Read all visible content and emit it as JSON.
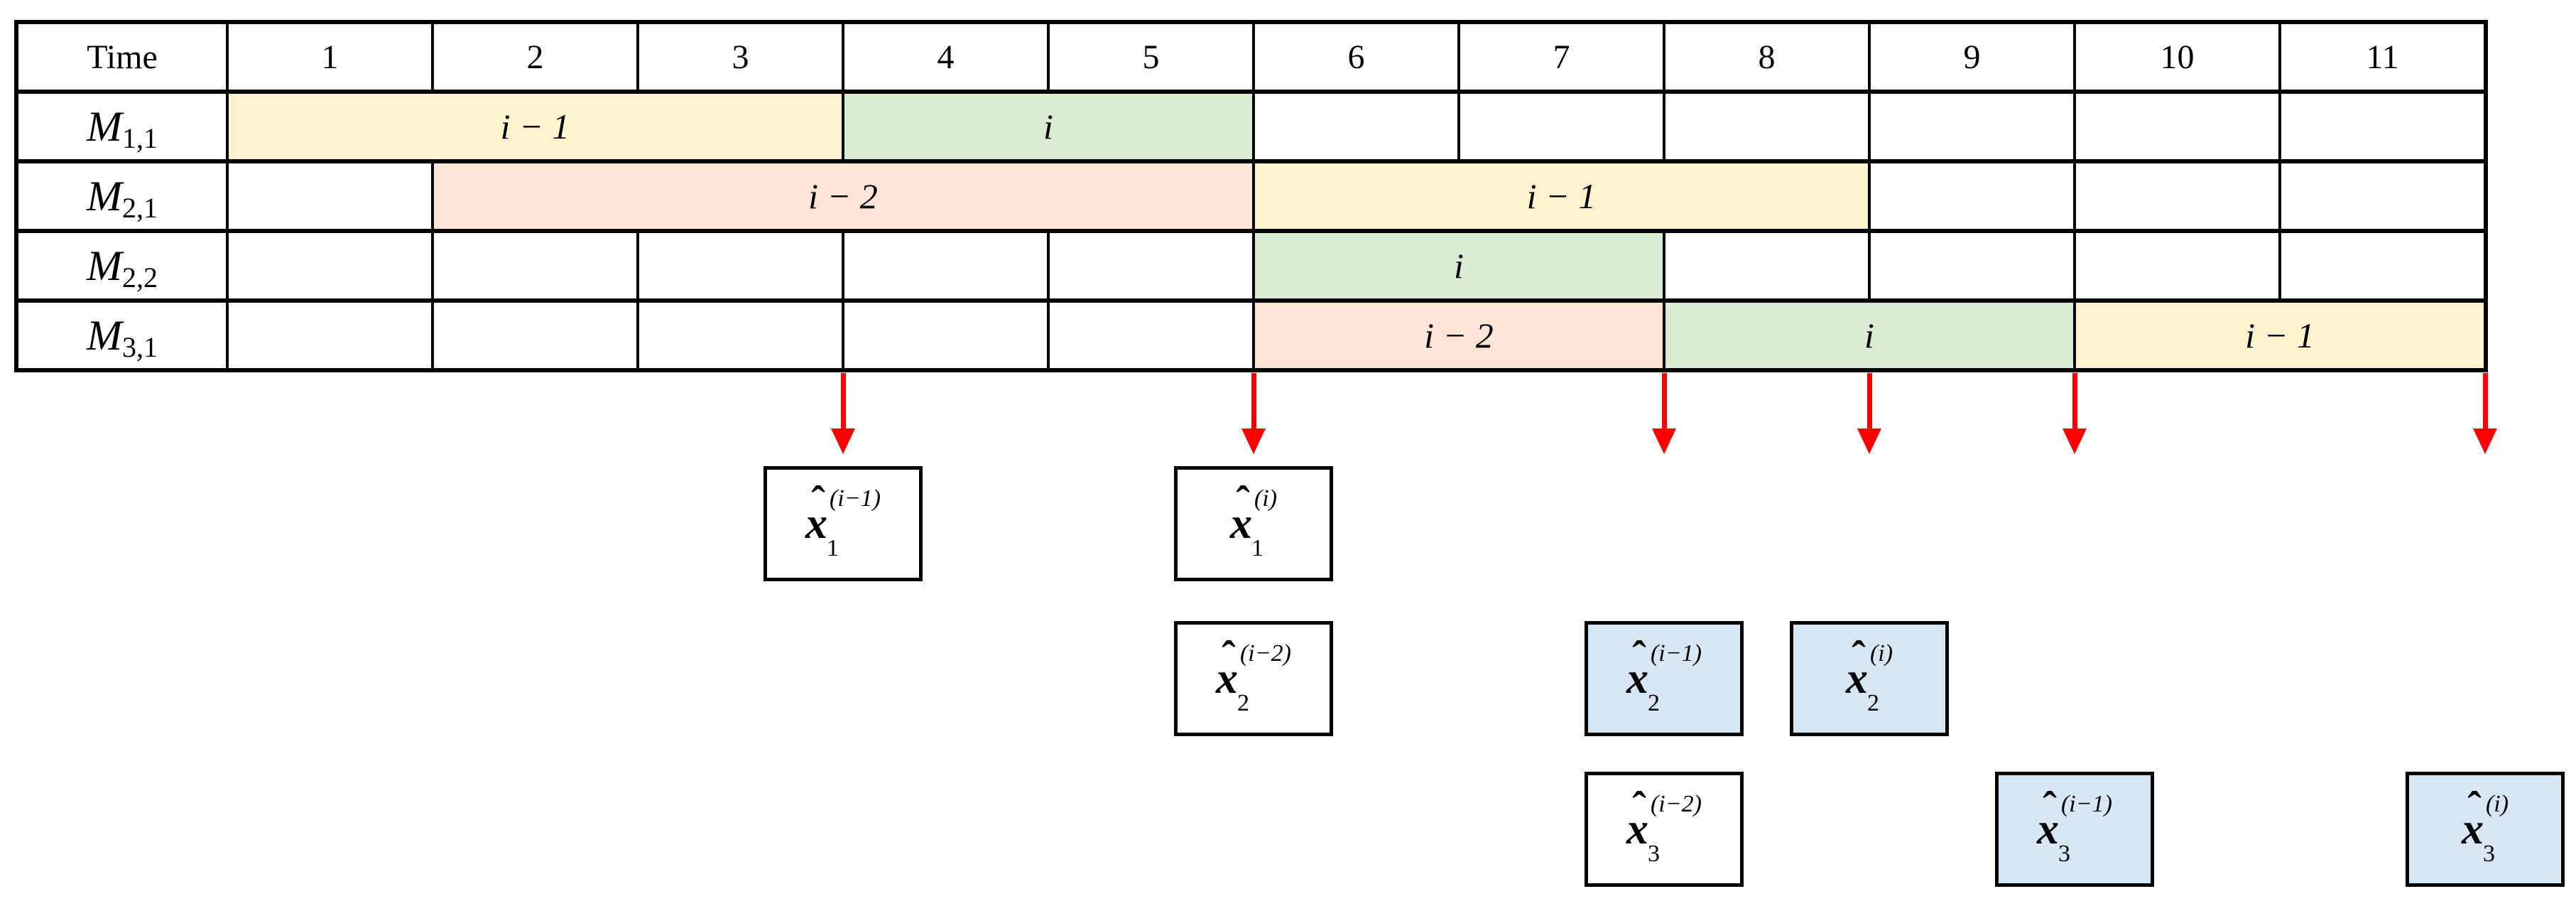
{
  "colors": {
    "yellow": "#FFF2CC",
    "green": "#DAECD4",
    "pink": "#FCE4D6",
    "blue": "#D7E6F3",
    "arrow_red": "#FF0000",
    "grid_black": "#000000"
  },
  "table": {
    "header": {
      "label": "Time",
      "times": [
        "1",
        "2",
        "3",
        "4",
        "5",
        "6",
        "7",
        "8",
        "9",
        "10",
        "11"
      ]
    },
    "rows": [
      {
        "machine": {
          "base": "M",
          "sub": "1,1"
        },
        "segments": [
          {
            "kind": "bar",
            "color": "yellow",
            "start": 1,
            "span": 3,
            "label": "i − 1"
          },
          {
            "kind": "bar",
            "color": "green",
            "start": 4,
            "span": 2,
            "label": "i"
          },
          {
            "kind": "empty",
            "start": 6,
            "span": 6
          }
        ]
      },
      {
        "machine": {
          "base": "M",
          "sub": "2,1"
        },
        "segments": [
          {
            "kind": "empty",
            "start": 1,
            "span": 1
          },
          {
            "kind": "bar",
            "color": "pink",
            "start": 2,
            "span": 4,
            "label": "i − 2"
          },
          {
            "kind": "bar",
            "color": "yellow",
            "start": 6,
            "span": 3,
            "label": "i − 1"
          },
          {
            "kind": "empty",
            "start": 9,
            "span": 3
          }
        ]
      },
      {
        "machine": {
          "base": "M",
          "sub": "2,2"
        },
        "segments": [
          {
            "kind": "empty",
            "start": 1,
            "span": 5
          },
          {
            "kind": "bar",
            "color": "green",
            "start": 6,
            "span": 2,
            "label": "i"
          },
          {
            "kind": "empty",
            "start": 8,
            "span": 4
          }
        ]
      },
      {
        "machine": {
          "base": "M",
          "sub": "3,1"
        },
        "segments": [
          {
            "kind": "empty",
            "start": 1,
            "span": 5
          },
          {
            "kind": "bar",
            "color": "pink",
            "start": 6,
            "span": 2,
            "label": "i − 2"
          },
          {
            "kind": "bar",
            "color": "green",
            "start": 8,
            "span": 2,
            "label": "i"
          },
          {
            "kind": "bar",
            "color": "yellow",
            "start": 10,
            "span": 2,
            "label": "i − 1"
          }
        ]
      }
    ]
  },
  "arrows": {
    "times": [
      3,
      5,
      7,
      8,
      9,
      11
    ]
  },
  "outputs": [
    {
      "base": "x",
      "hat": "ˆ",
      "sub": "1",
      "sup": "(i−1)",
      "time": 3,
      "highlighted": false
    },
    {
      "base": "x",
      "hat": "ˆ",
      "sub": "1",
      "sup": "(i)",
      "time": 5,
      "highlighted": false
    },
    {
      "base": "x",
      "hat": "ˆ",
      "sub": "2",
      "sup": "(i−2)",
      "time": 5,
      "highlighted": false
    },
    {
      "base": "x",
      "hat": "ˆ",
      "sub": "2",
      "sup": "(i−1)",
      "time": 7,
      "highlighted": true
    },
    {
      "base": "x",
      "hat": "ˆ",
      "sub": "2",
      "sup": "(i)",
      "time": 8,
      "highlighted": true
    },
    {
      "base": "x",
      "hat": "ˆ",
      "sub": "3",
      "sup": "(i−2)",
      "time": 7,
      "highlighted": false
    },
    {
      "base": "x",
      "hat": "ˆ",
      "sub": "3",
      "sup": "(i−1)",
      "time": 9,
      "highlighted": true
    },
    {
      "base": "x",
      "hat": "ˆ",
      "sub": "3",
      "sup": "(i)",
      "time": 11,
      "highlighted": true
    }
  ]
}
